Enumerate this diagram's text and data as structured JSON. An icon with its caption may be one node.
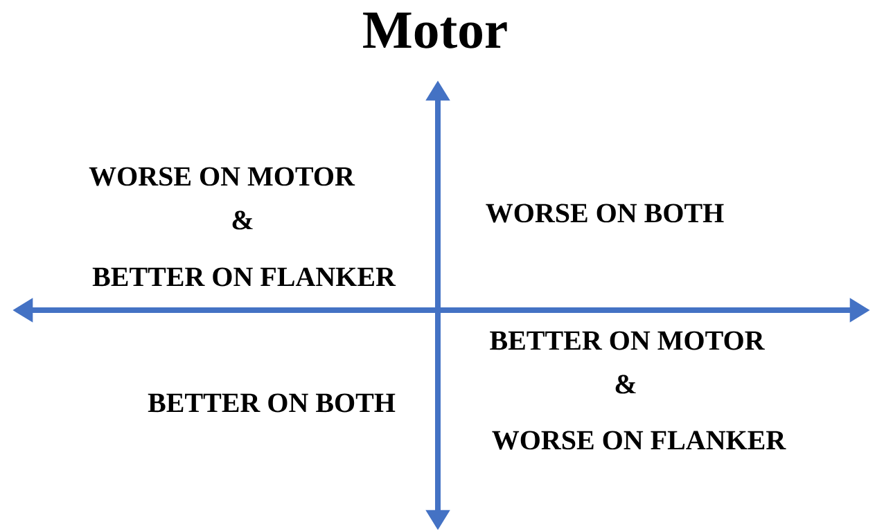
{
  "diagram": {
    "title": "Motor",
    "labels": [
      "WORSE ON MOTOR",
      "&",
      "BETTER ON FLANKER",
      "WORSE ON BOTH",
      "BETTER ON MOTOR",
      "&",
      "WORSE ON FLANKER",
      "BETTER ON BOTH"
    ]
  }
}
